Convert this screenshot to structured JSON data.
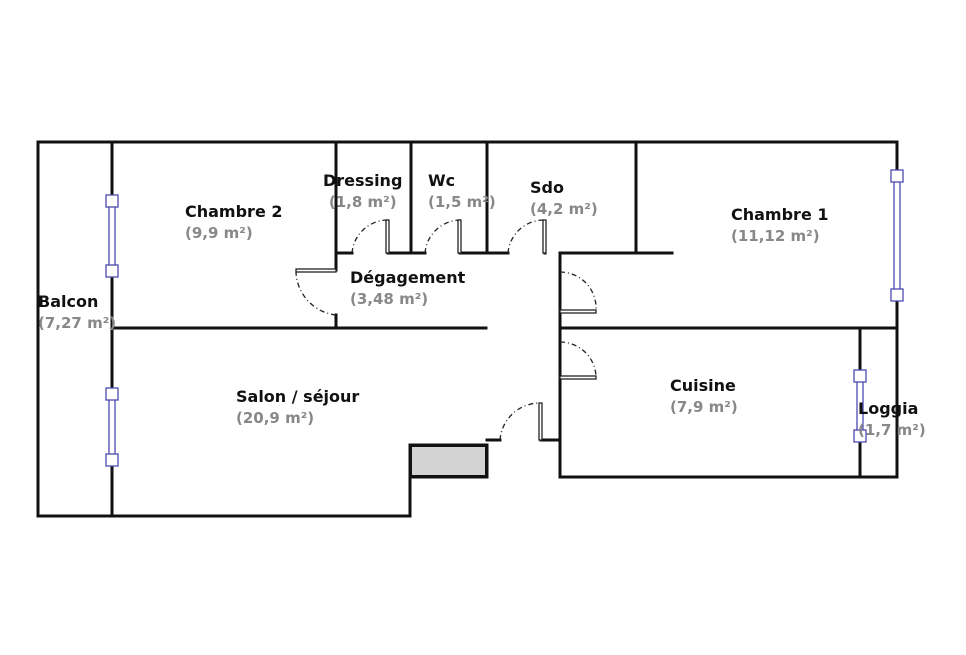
{
  "rooms": [
    {
      "name": "Chambre 2",
      "area": "(9,9 m²)"
    },
    {
      "name": "Dressing",
      "area": "(1,8 m²)"
    },
    {
      "name": "Wc",
      "area": "(1,5 m²)"
    },
    {
      "name": "Sdo",
      "area": "(4,2 m²)"
    },
    {
      "name": "Chambre 1",
      "area": "(11,12 m²)"
    },
    {
      "name": "Dégagement",
      "area": "(3,48 m²)"
    },
    {
      "name": "Balcon",
      "area": "(7,27 m²)"
    },
    {
      "name": "Salon / séjour",
      "area": "(20,9 m²)"
    },
    {
      "name": "Cuisine",
      "area": "(7,9 m²)"
    },
    {
      "name": "Loggia",
      "area": "(1,7 m²)"
    }
  ]
}
